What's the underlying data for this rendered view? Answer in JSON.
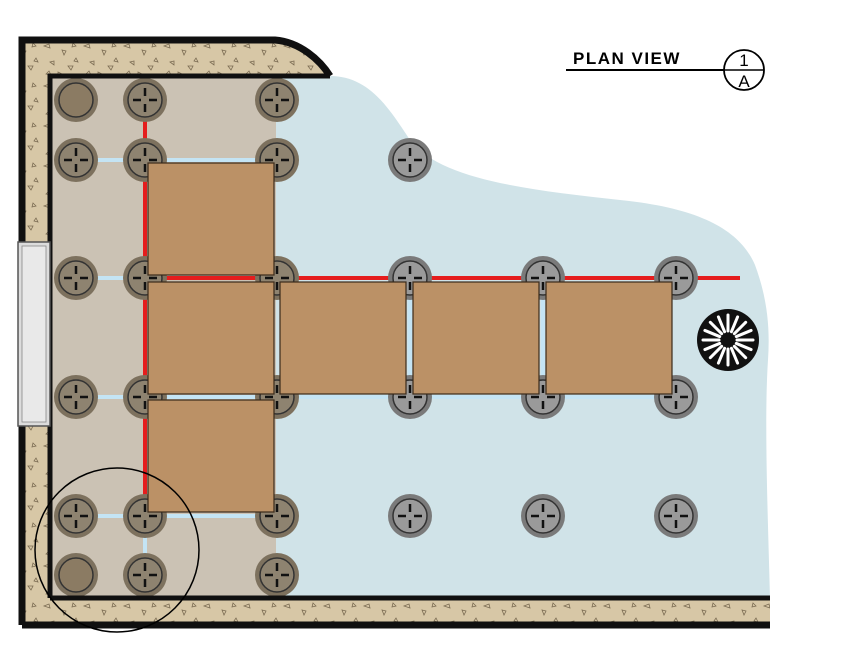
{
  "title_block": {
    "label": "PLAN VIEW",
    "detail_number": "1",
    "sheet_letter": "A"
  },
  "colors": {
    "soil": "#d7c7a6",
    "wall": "#101010",
    "water": "#d0e3e8",
    "shelf": "#cbc2b4",
    "paver": "#bb9166",
    "pedestal": "#8a8a8a",
    "support_tube": "#c4e4f4",
    "membrane_line": "#e51d1d",
    "door": "#dcdcdc"
  },
  "pedestals": [
    {
      "id": "r1c1",
      "style": "plain"
    },
    {
      "id": "r1c2",
      "style": "cross"
    },
    {
      "id": "r1c3",
      "style": "cross"
    },
    {
      "id": "r2c1",
      "style": "cross"
    },
    {
      "id": "r2c2",
      "style": "cross"
    },
    {
      "id": "r2c3",
      "style": "cross"
    },
    {
      "id": "r2c4",
      "style": "cross"
    },
    {
      "id": "r3c1",
      "style": "cross"
    },
    {
      "id": "r3c2",
      "style": "cross"
    },
    {
      "id": "r3c3",
      "style": "cross"
    },
    {
      "id": "r3c4",
      "style": "cross"
    },
    {
      "id": "r3c5",
      "style": "cross"
    },
    {
      "id": "r3c6",
      "style": "cross"
    },
    {
      "id": "r4c1",
      "style": "cross"
    },
    {
      "id": "r4c2",
      "style": "cross"
    },
    {
      "id": "r4c3",
      "style": "cross"
    },
    {
      "id": "r4c4",
      "style": "cross"
    },
    {
      "id": "r4c5",
      "style": "cross"
    },
    {
      "id": "r4c6",
      "style": "cross"
    },
    {
      "id": "r5c1",
      "style": "cross"
    },
    {
      "id": "r5c2",
      "style": "cross"
    },
    {
      "id": "r5c3",
      "style": "cross"
    },
    {
      "id": "r5c4",
      "style": "cross"
    },
    {
      "id": "r5c5",
      "style": "cross"
    },
    {
      "id": "r5c6",
      "style": "cross"
    },
    {
      "id": "r6c1",
      "style": "plain"
    },
    {
      "id": "r6c2",
      "style": "cross"
    },
    {
      "id": "r6c3",
      "style": "cross"
    }
  ],
  "pavers": [
    "paver-1",
    "paver-2",
    "paver-3",
    "paver-4",
    "paver-5",
    "paver-6",
    "paver-7"
  ]
}
